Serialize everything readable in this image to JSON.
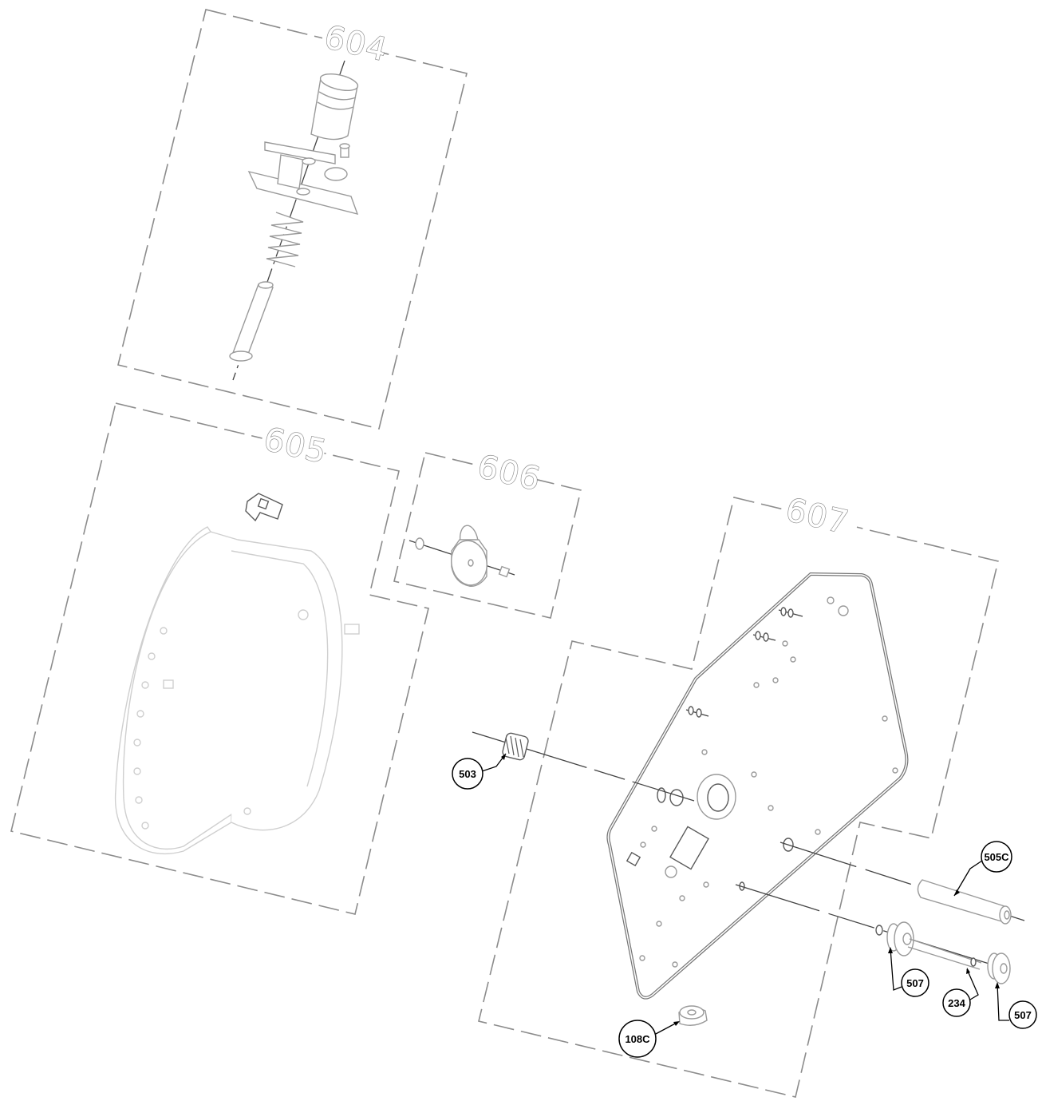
{
  "groups": [
    {
      "id": "604",
      "label": "604"
    },
    {
      "id": "605",
      "label": "605"
    },
    {
      "id": "606",
      "label": "606"
    },
    {
      "id": "607",
      "label": "607"
    }
  ],
  "callouts": [
    {
      "id": "503",
      "label": "503"
    },
    {
      "id": "505C",
      "label": "505C"
    },
    {
      "id": "507a",
      "label": "507"
    },
    {
      "id": "234",
      "label": "234"
    },
    {
      "id": "507b",
      "label": "507"
    },
    {
      "id": "108C",
      "label": "108C"
    }
  ]
}
